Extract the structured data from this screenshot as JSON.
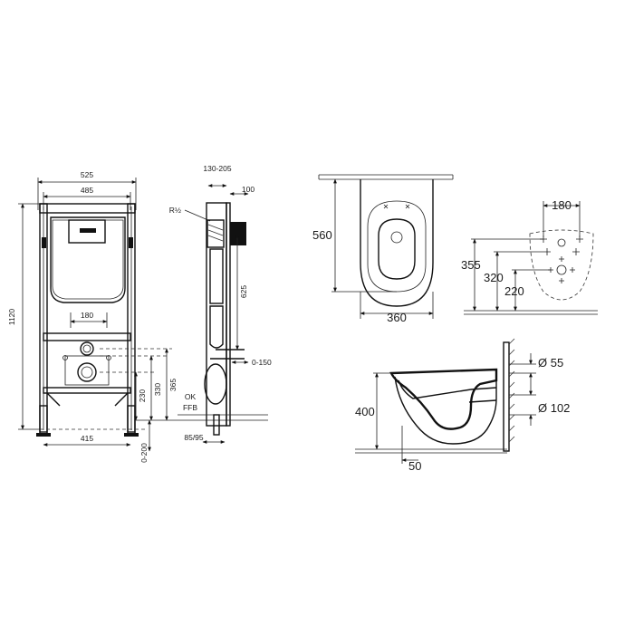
{
  "frame_view": {
    "width_outer": "525",
    "width_inner": "485",
    "height_total": "1120",
    "inlet_offset": "180",
    "outlet_height": "230",
    "outlet_height_2": "330",
    "outlet_height_3": "365",
    "foot_width": "415",
    "foot_adjust": "0-200"
  },
  "side_view": {
    "depth_range": "130-205",
    "depth_box": "100",
    "water_inlet": "R½",
    "cistern_height": "625",
    "wall_offset": "0-150",
    "floor_label_ok": "OK",
    "floor_label_ffb": "FFB",
    "foot_depth": "85/95"
  },
  "bowl_top_view": {
    "length": "560",
    "width": "360"
  },
  "fixing_view": {
    "bolt_spacing": "180",
    "height_355": "355",
    "height_320": "320",
    "height_220": "220"
  },
  "bowl_side_view": {
    "rim_height": "400",
    "floor_offset": "50",
    "inlet_diameter": "Ø 55",
    "outlet_diameter": "Ø 102"
  }
}
